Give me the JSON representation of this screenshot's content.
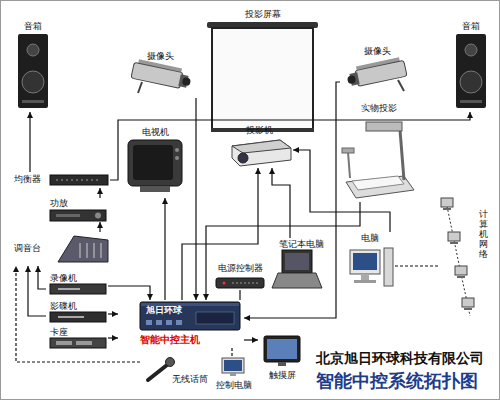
{
  "diagram": {
    "title": "智能中控系统拓扑图",
    "nodes": [
      {
        "text": [
          "音箱"
        ]
      },
      {
        "text": [
          "投影屏幕"
        ]
      },
      {
        "text": [
          "摄像头"
        ]
      },
      {
        "text": [
          "摄像头"
        ]
      },
      {
        "text": [
          "音箱"
        ]
      },
      {
        "text": [
          "电视机"
        ]
      },
      {
        "text": [
          "投影机"
        ]
      },
      {
        "text": [
          "实物投影"
        ]
      },
      {
        "text": [
          "均衡器"
        ]
      },
      {
        "text": [
          "功放"
        ]
      },
      {
        "text": [
          "调音台"
        ]
      },
      {
        "text": [
          "录像机"
        ]
      },
      {
        "text": [
          "影碟机"
        ]
      },
      {
        "text": [
          "卡座"
        ]
      },
      {
        "text": [
          "旭日环球",
          "智能中控主机"
        ]
      },
      {
        "text": [
          "电源控制器"
        ]
      },
      {
        "text": [
          "笔记本电脑"
        ]
      },
      {
        "text": [
          "电脑"
        ]
      },
      {
        "text": [
          "计算机网络"
        ]
      },
      {
        "text": [
          "无线话筒"
        ]
      },
      {
        "text": [
          "控制电脑"
        ]
      },
      {
        "text": [
          "触摸屏"
        ]
      }
    ],
    "edges": [
      {
        "from": 8,
        "to": 0,
        "arrow": "to"
      },
      {
        "from": 8,
        "to": 4,
        "arrow": "to"
      },
      {
        "from": 9,
        "to": 8,
        "arrow": "to"
      },
      {
        "from": 10,
        "to": 9,
        "arrow": "to"
      },
      {
        "from": 19,
        "to": 10,
        "arrow": "to"
      },
      {
        "from": 11,
        "to": 10,
        "arrow": "to"
      },
      {
        "from": 12,
        "to": 10,
        "arrow": "to"
      },
      {
        "from": 11,
        "to": 14,
        "arrow": "to"
      },
      {
        "from": 12,
        "to": 14,
        "arrow": "to"
      },
      {
        "from": 13,
        "to": 14,
        "arrow": "to"
      },
      {
        "from": 14,
        "to": 5,
        "arrow": "to"
      },
      {
        "from": 14,
        "to": 6,
        "arrow": "to"
      },
      {
        "from": 16,
        "to": 6,
        "arrow": "to"
      },
      {
        "from": 17,
        "to": 6,
        "arrow": "to"
      },
      {
        "from": 2,
        "to": 14,
        "arrow": "to"
      },
      {
        "from": 7,
        "to": 14,
        "arrow": "to"
      },
      {
        "from": 3,
        "to": 14,
        "arrow": "to"
      },
      {
        "from": 17,
        "to": 18,
        "arrow": "none"
      },
      {
        "from": 14,
        "to": 20,
        "arrow": "none"
      },
      {
        "from": 14,
        "to": 21,
        "arrow": "to"
      },
      {
        "from": 15,
        "to": 14,
        "arrow": "none"
      }
    ],
    "labels": [
      "北京旭日环球科技有限公司"
    ]
  }
}
